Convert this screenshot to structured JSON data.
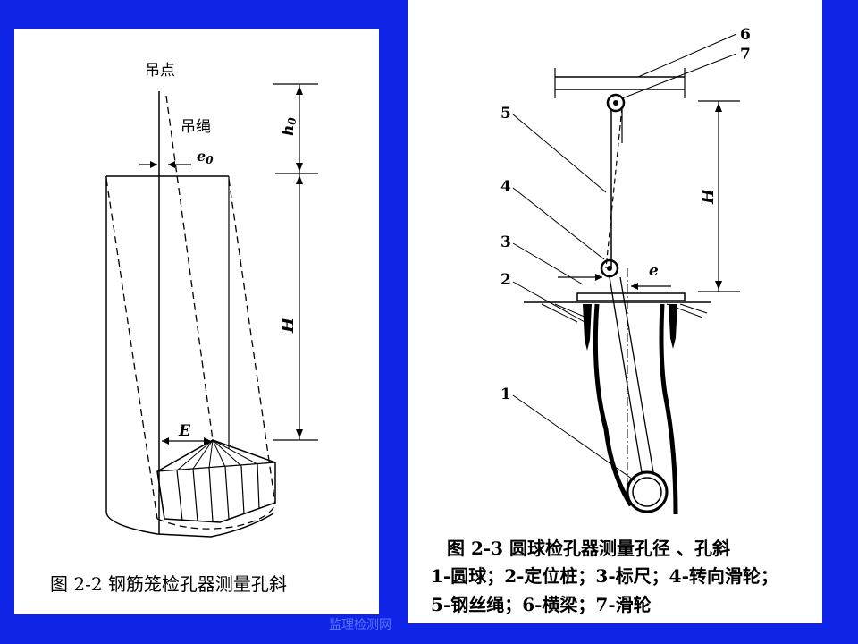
{
  "figure_left": {
    "labels": {
      "hanging_point": "吊点",
      "rope": "吊绳",
      "e0": "e",
      "e0_sub": "0",
      "h0": "h",
      "h0_sub": "0",
      "H": "H",
      "E": "E"
    },
    "caption": "图 2-2   钢筋笼检孔器测量孔斜"
  },
  "figure_right": {
    "labels": {
      "n1": "1",
      "n2": "2",
      "n3": "3",
      "n4": "4",
      "n5": "5",
      "n6": "6",
      "n7": "7",
      "H": "H",
      "e": "e"
    },
    "caption_line1": "图 2-3   圆球检孔器测量孔径 、孔斜",
    "caption_line2": "1-圆球；2-定位桩；3-标尺；4-转向滑轮；",
    "caption_line3": "5-钢丝绳；6-横梁；7-滑轮"
  },
  "watermark": "监理检测网"
}
